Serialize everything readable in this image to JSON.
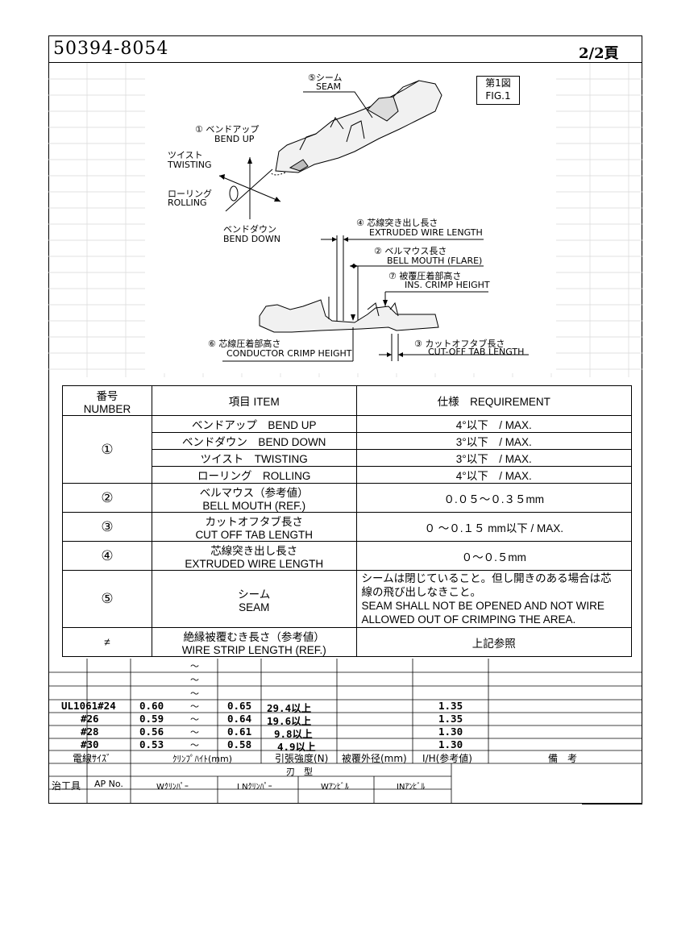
{
  "header": {
    "doc_number": "50394-8054",
    "page": "2/2頁"
  },
  "figure": {
    "fig_label_jp": "第1図",
    "fig_label_en": "FIG.1",
    "seam_jp": "⑤シーム",
    "seam_en": "SEAM",
    "bend_up_jp": "① ベンドアップ",
    "bend_up_en": "BEND UP",
    "twisting_jp": "ツイスト",
    "twisting_en": "TWISTING",
    "rolling_jp": "ローリング",
    "rolling_en": "ROLLING",
    "bend_down_jp": "ベンドダウン",
    "bend_down_en": "BEND DOWN",
    "extruded_jp": "④ 芯線突き出し長さ",
    "extruded_en": "EXTRUDED WIRE LENGTH",
    "bell_jp": "② ベルマウス長さ",
    "bell_en": "BELL MOUTH (FLARE)",
    "ins_jp": "⑦ 被覆圧着部高さ",
    "ins_en": "INS. CRIMP HEIGHT",
    "cond_jp": "⑥ 芯線圧着部高さ",
    "cond_en": "CONDUCTOR CRIMP HEIGHT",
    "cutoff_jp": "③ カットオフタブ長さ",
    "cutoff_en": "CUT-OFF TAB LENGTH"
  },
  "requirements": {
    "head_number_jp": "番号",
    "head_number_en": "NUMBER",
    "head_item": "項目 ITEM",
    "head_req": "仕様　REQUIREMENT",
    "rows": [
      {
        "no": "①",
        "item": "ベンドアップ　BEND UP",
        "req": "4°以下　/ MAX."
      },
      {
        "item": "ベンドダウン　BEND DOWN",
        "req": "3°以下　/ MAX."
      },
      {
        "item": "ツイスト　TWISTING",
        "req": "3°以下　/ MAX."
      },
      {
        "item": "ローリング　ROLLING",
        "req": "4°以下　/ MAX."
      },
      {
        "no": "②",
        "item_jp": "ベルマウス（参考値）",
        "item_en": "BELL MOUTH (REF.)",
        "req": "０.０５～０.３５mm"
      },
      {
        "no": "③",
        "item_jp": "カットオフタブ長さ",
        "item_en": "CUT OFF TAB LENGTH",
        "req": "０ ～０.１５ mm以下 / MAX."
      },
      {
        "no": "④",
        "item_jp": "芯線突き出し長さ",
        "item_en": "EXTRUDED WIRE LENGTH",
        "req": "０～０.５mm"
      },
      {
        "no": "⑤",
        "item_jp": "シーム",
        "item_en": "SEAM",
        "req_l1": "シームは閉じていること。但し開きのある場合は芯",
        "req_l2": "線の飛び出しなきこと。",
        "req_l3": "SEAM SHALL NOT BE OPENED AND NOT WIRE",
        "req_l4": "ALLOWED OUT OF CRIMPING THE AREA."
      },
      {
        "no": "≠",
        "item_jp": "絶縁被覆むき長さ（参考値）",
        "item_en": "WIRE STRIP LENGTH (REF.)",
        "req": "上記参照"
      }
    ]
  },
  "crimp_table": {
    "tilde": "～",
    "rows": [
      {
        "wire": "UL1061#24",
        "min": "0.60",
        "max": "0.65",
        "tensile": "29.4以上",
        "ih": "1.35"
      },
      {
        "wire": "#26",
        "min": "0.59",
        "max": "0.64",
        "tensile": "19.6以上",
        "ih": "1.35"
      },
      {
        "wire": "#28",
        "min": "0.56",
        "max": "0.61",
        "tensile": "9.8以上",
        "ih": "1.30"
      },
      {
        "wire": "#30",
        "min": "0.53",
        "max": "0.58",
        "tensile": "4.9以上",
        "ih": "1.30"
      }
    ],
    "headers": {
      "wire": "電線ｻｲｽﾞ",
      "crimp_height": "ｸﾘﾝﾌﾟﾊｲﾄ(mm)",
      "tensile": "引張強度(N)",
      "insulation": "被覆外径(mm)",
      "ih": "I/H(参考値)",
      "remarks": "備　考"
    },
    "tooling": {
      "blade": "刃　型",
      "tool": "治工具",
      "ap_no": "AP No.",
      "w_crimper": "Wｸﾘﾝﾊﾟｰ",
      "in_crimper": "I Nｸﾘﾝﾊﾟｰ",
      "w_anvil": "Wｱﾝﾋﾞﾙ",
      "in_anvil": "INｱﾝﾋﾞﾙ"
    }
  }
}
